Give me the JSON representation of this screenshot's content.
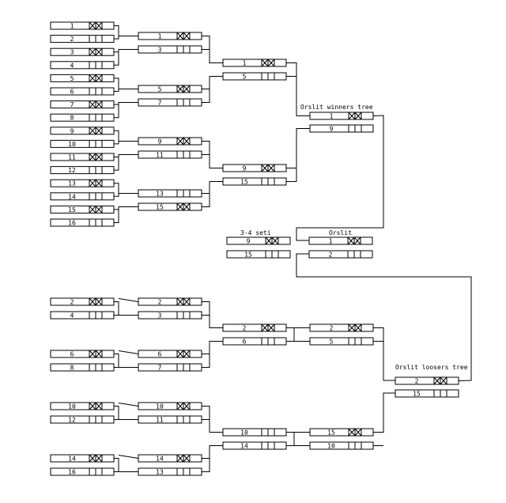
{
  "diagram": {
    "titles": {
      "winners_tree": "Orslit winners tree",
      "final": "Orslit",
      "third_place": "3-4 seti",
      "losers_tree": "Orslit loosers tree"
    },
    "winners": {
      "round1": [
        {
          "label": "1",
          "won": true
        },
        {
          "label": "2",
          "won": false
        },
        {
          "label": "3",
          "won": true
        },
        {
          "label": "4",
          "won": false
        },
        {
          "label": "5",
          "won": true
        },
        {
          "label": "6",
          "won": false
        },
        {
          "label": "7",
          "won": true
        },
        {
          "label": "8",
          "won": false
        },
        {
          "label": "9",
          "won": true
        },
        {
          "label": "10",
          "won": false
        },
        {
          "label": "11",
          "won": true
        },
        {
          "label": "12",
          "won": false
        },
        {
          "label": "13",
          "won": true
        },
        {
          "label": "14",
          "won": false
        },
        {
          "label": "15",
          "won": true
        },
        {
          "label": "16",
          "won": false
        }
      ],
      "round2": [
        {
          "label": "1",
          "won": true
        },
        {
          "label": "3",
          "won": false
        },
        {
          "label": "5",
          "won": true
        },
        {
          "label": "7",
          "won": false
        },
        {
          "label": "9",
          "won": true
        },
        {
          "label": "11",
          "won": false
        },
        {
          "label": "13",
          "won": false
        },
        {
          "label": "15",
          "won": true
        }
      ],
      "round3": [
        {
          "label": "1",
          "won": true
        },
        {
          "label": "5",
          "won": false
        },
        {
          "label": "9",
          "won": true
        },
        {
          "label": "15",
          "won": false
        }
      ],
      "round4": [
        {
          "label": "1",
          "won": true
        },
        {
          "label": "9",
          "won": false
        }
      ]
    },
    "final": [
      {
        "label": "1",
        "won": true
      },
      {
        "label": "2",
        "won": false
      }
    ],
    "third_place": [
      {
        "label": "9",
        "won": true
      },
      {
        "label": "15",
        "won": false
      }
    ],
    "losers": {
      "round1": [
        {
          "label": "2",
          "won": true
        },
        {
          "label": "4",
          "won": false
        },
        {
          "label": "6",
          "won": true
        },
        {
          "label": "8",
          "won": false
        },
        {
          "label": "10",
          "won": true
        },
        {
          "label": "12",
          "won": false
        },
        {
          "label": "14",
          "won": true
        },
        {
          "label": "16",
          "won": false
        }
      ],
      "round2": [
        {
          "label": "2",
          "won": true
        },
        {
          "label": "3",
          "won": false
        },
        {
          "label": "6",
          "won": true
        },
        {
          "label": "7",
          "won": false
        },
        {
          "label": "10",
          "won": true
        },
        {
          "label": "11",
          "won": false
        },
        {
          "label": "14",
          "won": true
        },
        {
          "label": "13",
          "won": false
        }
      ],
      "round3": [
        {
          "label": "2",
          "won": true
        },
        {
          "label": "6",
          "won": false
        },
        {
          "label": "10",
          "won": false
        },
        {
          "label": "14",
          "won": false
        }
      ],
      "round4": [
        {
          "label": "2",
          "won": true
        },
        {
          "label": "5",
          "won": false
        },
        {
          "label": "15",
          "won": true
        },
        {
          "label": "10",
          "won": false
        }
      ],
      "round5": [
        {
          "label": "2",
          "won": true
        },
        {
          "label": "15",
          "won": false
        }
      ]
    }
  }
}
